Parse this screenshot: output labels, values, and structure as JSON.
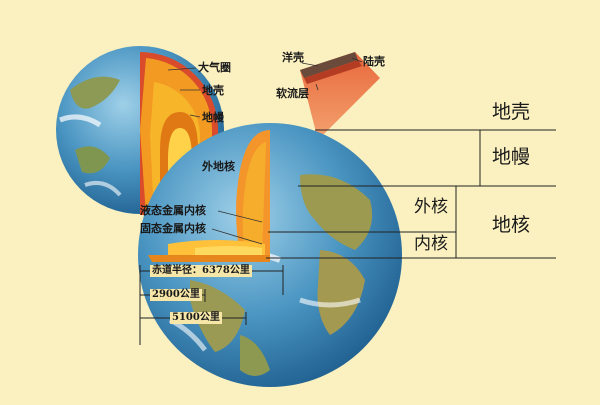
{
  "small_globe_labels": {
    "atmosphere": "大气圈",
    "crust": "地壳",
    "mantle": "地幔",
    "outer_core": "外地核"
  },
  "wedge_labels": {
    "oceanic_crust": "洋壳",
    "continental_crust": "陆壳",
    "asthenosphere": "软流层"
  },
  "core_labels": {
    "liquid_outer_core": "液态金属内核",
    "solid_inner_core": "固态金属内核"
  },
  "measurements": {
    "equatorial_radius": "赤道半径：6378公里",
    "depth_2900": "2900公里",
    "depth_5100": "5100公里"
  },
  "layer_chart": {
    "crust": "地壳",
    "mantle": "地幔",
    "outer_core": "外核",
    "inner_core": "内核",
    "core": "地核"
  },
  "colors": {
    "background": "#FBF1C0",
    "ocean": "#3f8fbf",
    "land": "#9a9a52",
    "core_orange": "#F7A51F",
    "core_yellow": "#FFC83A",
    "crust_red": "#C8412A"
  }
}
